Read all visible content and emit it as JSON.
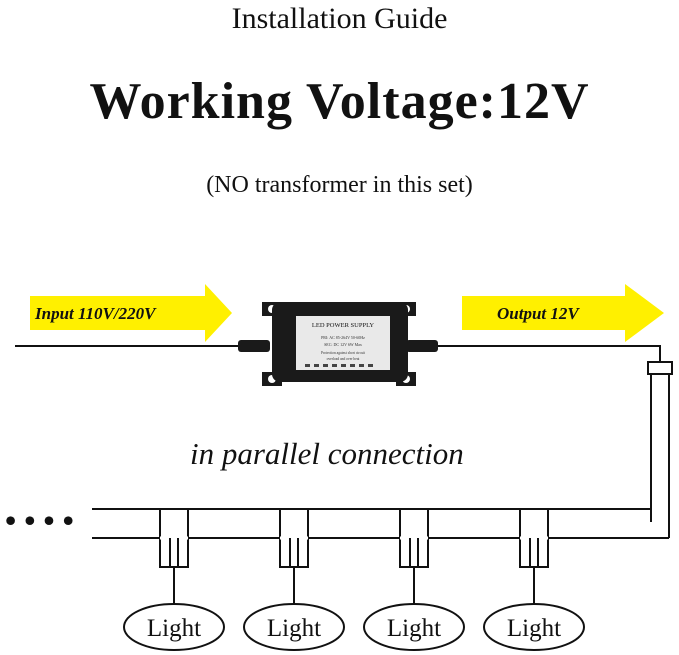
{
  "header": {
    "title": "Installation Guide",
    "voltage": "Working Voltage:12V",
    "note": "(NO transformer in this set)"
  },
  "diagram": {
    "input_label": "Input 110V/220V",
    "output_label": "Output 12V",
    "connection_label": "in parallel connection",
    "device": {
      "name": "LED POWER SUPPLY",
      "spec_line_1": "PRI: AC 85-264V  50-60Hz",
      "spec_line_2": "SEC: DC 12V      6W Max",
      "spec_line_3": "Protection against short circuit",
      "spec_line_4": "overload and over heat"
    },
    "lights": [
      "Light",
      "Light",
      "Light",
      "Light"
    ],
    "continuation": "• • • •",
    "colors": {
      "arrow_fill": "#fff000",
      "line": "#111111",
      "device_body": "#1a1a1a",
      "label_bg": "#e9e9e9"
    }
  }
}
